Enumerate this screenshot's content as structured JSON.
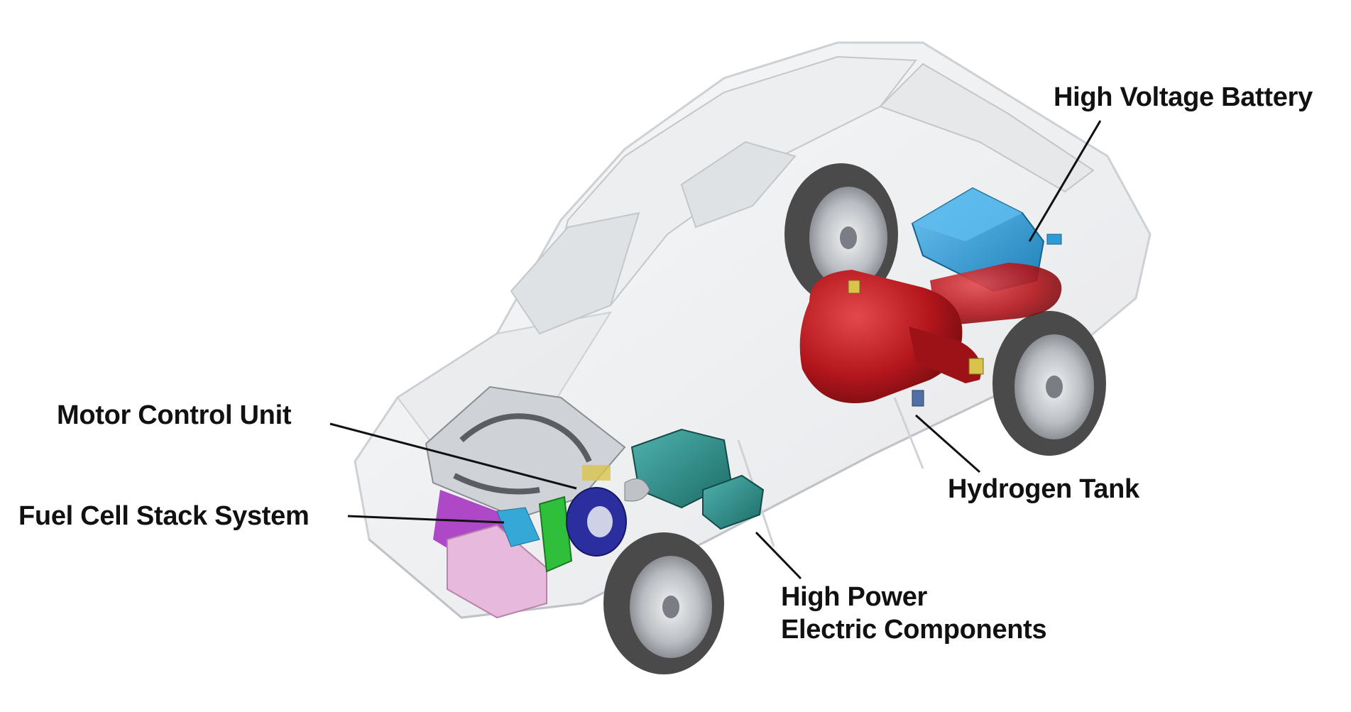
{
  "labels": {
    "motor_control_unit": "Motor Control Unit",
    "fuel_cell_stack_system": "Fuel Cell Stack System",
    "high_voltage_battery": "High Voltage Battery",
    "hydrogen_tank": "Hydrogen Tank",
    "high_power_line1": "High Power",
    "high_power_line2": "Electric Components"
  },
  "colors": {
    "body_outline": "#c8ccd0",
    "glass": "#d9dcdf",
    "tire": "#4a4a4a",
    "rim": "#b9bdc2",
    "battery": "#2f9bd6",
    "hydrogen_tank": "#b3161c",
    "power_electronics": "#2a8b86",
    "motor": "#2b2e9e",
    "fuel_cell_stack": "#cfd2d6",
    "fuel_cell_base": "#e7b9dc",
    "green_unit": "#2fbf3a",
    "purple_unit": "#a12ac0",
    "leader_line": "#111111"
  }
}
